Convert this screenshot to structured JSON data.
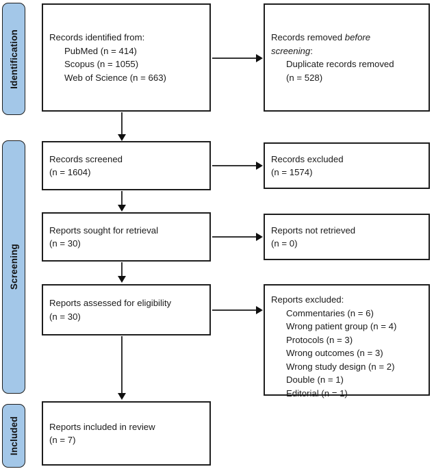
{
  "diagram": {
    "title": "PRISMA 2020 flow diagram",
    "accent_color": "#a3c7e8",
    "border_color": "#1d1d1d",
    "connector_color": "#333333"
  },
  "stages": [
    {
      "id": "identification",
      "label": "Identification"
    },
    {
      "id": "screening",
      "label": "Screening"
    },
    {
      "id": "included",
      "label": "Included"
    }
  ],
  "boxes": {
    "records_identified": {
      "heading": "Records identified from:",
      "items": [
        "PubMed (n = 414)",
        "Scopus (n = 1055)",
        "Web of Science (n = 663)"
      ]
    },
    "records_removed": {
      "heading_pre": "Records removed ",
      "heading_italic": "before screening",
      "heading_post": ":",
      "items": [
        "Duplicate records removed",
        "(n = 528)"
      ]
    },
    "records_screened": {
      "line1": "Records screened",
      "line2": "(n = 1604)"
    },
    "records_excluded": {
      "line1": "Records excluded",
      "line2": "(n = 1574)"
    },
    "reports_sought": {
      "line1": "Reports sought for retrieval",
      "line2": "(n = 30)"
    },
    "reports_not_retrieved": {
      "line1": "Reports not retrieved",
      "line2": "(n = 0)"
    },
    "reports_assessed": {
      "line1": "Reports assessed for eligibility",
      "line2": "(n = 30)"
    },
    "reports_excluded": {
      "heading": "Reports excluded:",
      "items": [
        "Commentaries (n = 6)",
        "Wrong patient group (n = 4)",
        "Protocols (n = 3)",
        "Wrong outcomes (n = 3)",
        "Wrong study design (n = 2)",
        "Double (n = 1)",
        "Editorial (n = 1)"
      ]
    },
    "reports_included": {
      "line1": "Reports included in review",
      "line2": "(n = 7)"
    }
  }
}
